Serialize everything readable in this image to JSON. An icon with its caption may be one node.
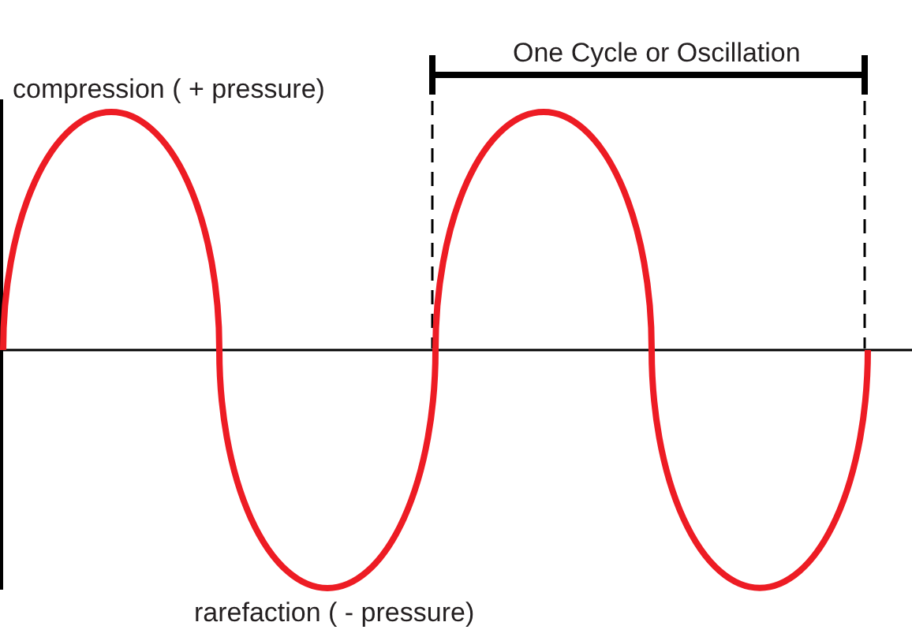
{
  "diagram": {
    "labels": [
      "One Cycle or Oscillation",
      "compression ( + pressure)",
      "rarefaction ( - pressure)"
    ]
  }
}
